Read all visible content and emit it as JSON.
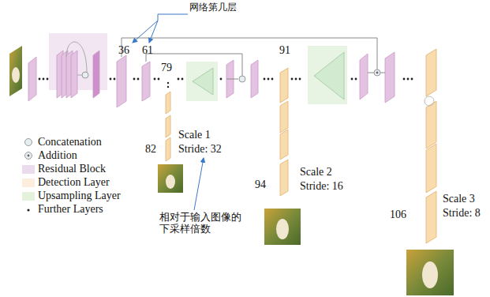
{
  "diagram": {
    "labels": [
      "网络第几层",
      "36",
      "61",
      "79",
      "82",
      "Scale 1",
      "Stride: 32",
      "相对于输入图像的 下采样倍数",
      "91",
      "94",
      "Scale 2",
      "Stride: 16",
      "106",
      "Scale 3",
      "Stride: 8"
    ],
    "legend": [
      {
        "text": "Concatenation"
      },
      {
        "text": "Addition"
      },
      {
        "text": "Residual Block",
        "color": "#eadcec"
      },
      {
        "text": "Detection Layer",
        "color": "#fbeedd"
      },
      {
        "text": "Upsampling Layer",
        "color": "#e3f1dd"
      },
      {
        "text": "Further Layers"
      }
    ]
  }
}
